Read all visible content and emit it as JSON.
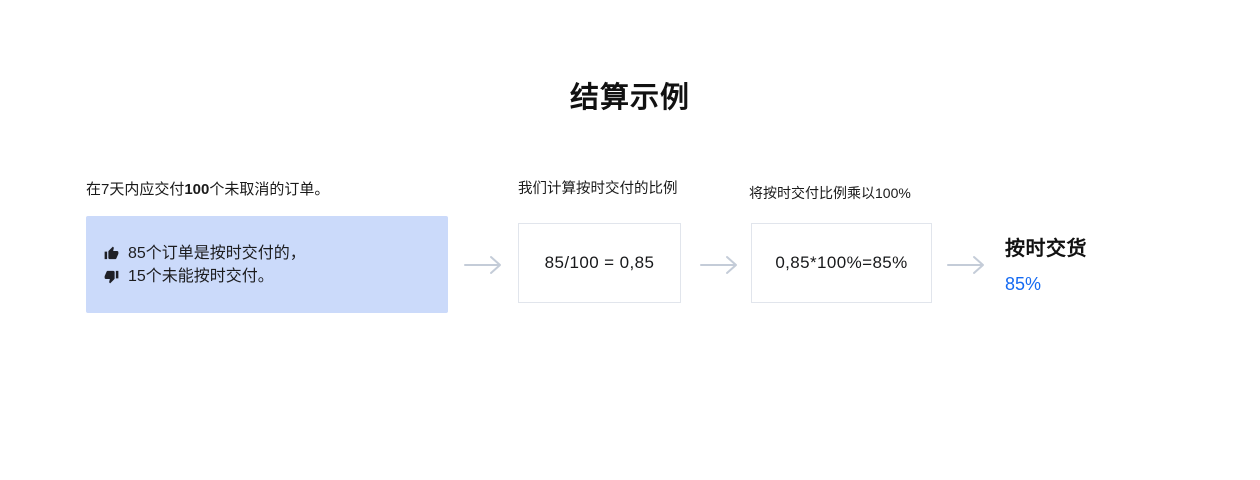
{
  "page": {
    "title": "结算示例"
  },
  "colors": {
    "accent_blue": "#156af2",
    "panel_blue": "#cbdafa",
    "arrow_gray": "#c4ccd8",
    "box_border": "#e1e5ec",
    "text_dark": "#1a1a1a"
  },
  "icons": {
    "thumb_up": "thumb-up-icon",
    "thumb_down": "thumb-down-icon",
    "arrow_right": "arrow-right-icon"
  },
  "step1": {
    "caption_prefix": "在7天内应交付",
    "caption_bold": "100",
    "caption_suffix": "个未取消的订单。",
    "delivered_line": "85个订单是按时交付的，",
    "late_line": "15个未能按时交付。"
  },
  "step2": {
    "caption": "我们计算按时交付的比例",
    "formula": "85/100 = 0,85"
  },
  "step3": {
    "caption": "将按时交付比例乘以100%",
    "formula": "0,85*100%=85%"
  },
  "result": {
    "label": "按时交货",
    "value": "85%"
  }
}
